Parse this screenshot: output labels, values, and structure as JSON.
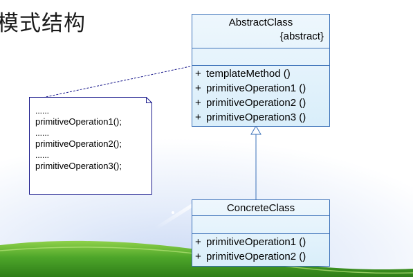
{
  "title": "模式结构",
  "abstract_class": {
    "name": "AbstractClass",
    "stereotype": "{abstract}",
    "operations": [
      {
        "visibility": "+",
        "signature": "templateMethod ()"
      },
      {
        "visibility": "+",
        "signature": "primitiveOperation1 ()"
      },
      {
        "visibility": "+",
        "signature": "primitiveOperation2 ()"
      },
      {
        "visibility": "+",
        "signature": "primitiveOperation3 ()"
      }
    ]
  },
  "concrete_class": {
    "name": "ConcreteClass",
    "operations": [
      {
        "visibility": "+",
        "signature": "primitiveOperation1 ()"
      },
      {
        "visibility": "+",
        "signature": "primitiveOperation2 ()"
      }
    ]
  },
  "note": {
    "lines": [
      "......",
      "primitiveOperation1();",
      "......",
      "primitiveOperation2();",
      "......",
      "primitiveOperation3();"
    ]
  },
  "colors": {
    "class_border": "#3a70b8",
    "class_fill_top": "#eef7fd",
    "class_fill_bottom": "#d9eefa",
    "note_border": "#1a1a8c",
    "grass": "#3f9a1e"
  }
}
